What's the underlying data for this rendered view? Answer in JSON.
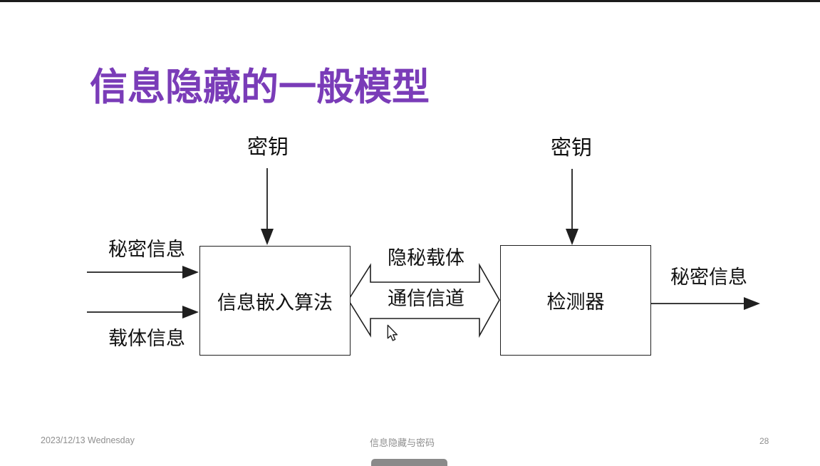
{
  "slide": {
    "title": "信息隐藏的一般模型"
  },
  "diagram": {
    "key_left_label": "密钥",
    "key_right_label": "密钥",
    "secret_input_label": "秘密信息",
    "cover_input_label": "载体信息",
    "embedder_label": "信息嵌入算法",
    "detector_label": "检测器",
    "stego_cover_label": "隐秘载体",
    "channel_label": "通信信道",
    "secret_output_label": "秘密信息"
  },
  "footer": {
    "date": "2023/12/13 Wednesday",
    "course_title": "信息隐藏与密码",
    "page_number": "28"
  },
  "colors": {
    "title_accent": "#7a3cb8",
    "diagram_line": "#1f1f1f",
    "diagram_text": "#111111",
    "footer_text": "#8f8f8f",
    "peek_bar": "#8a8a8a",
    "top_edge": "#1b1b1b"
  },
  "icons": {
    "mouse_cursor": "arrow-pointer-icon"
  }
}
